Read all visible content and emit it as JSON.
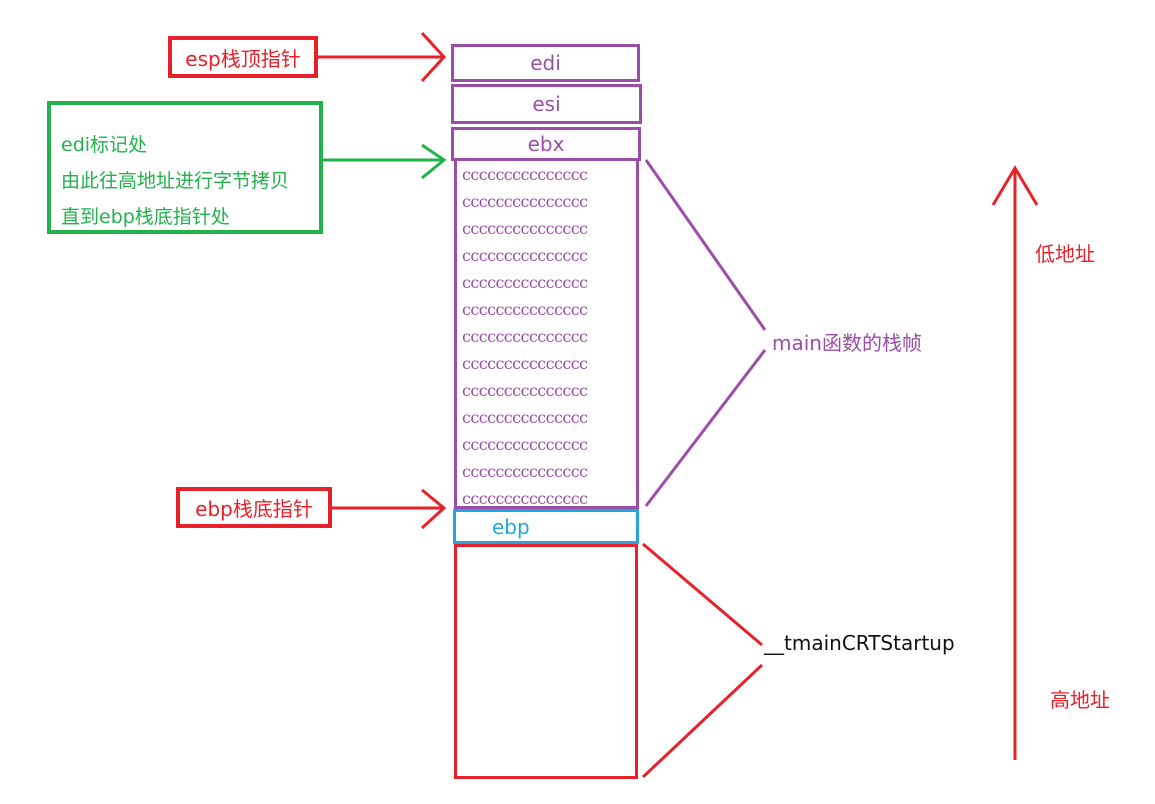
{
  "stack_cells": {
    "edi": "edi",
    "esi": "esi",
    "ebx": "ebx",
    "ebp": "ebp",
    "fill_rows": [
      "ccccccccccccccc",
      "ccccccccccccccc",
      "ccccccccccccccc",
      "ccccccccccccccc",
      "ccccccccccccccc",
      "ccccccccccccccc",
      "ccccccccccccccc",
      "ccccccccccccccc",
      "ccccccccccccccc",
      "ccccccccccccccc",
      "ccccccccccccccc",
      "ccccccccccccccc",
      "ccccccccccccccc"
    ]
  },
  "pointers": {
    "esp": "esp栈顶指针",
    "ebp": "ebp栈底指针"
  },
  "note": {
    "lines": [
      "edi标记处",
      "由此往高地址进行字节拷贝",
      "直到ebp栈底指针处"
    ]
  },
  "frames": {
    "main": "main函数的栈帧",
    "crt": "__tmainCRTStartup"
  },
  "address": {
    "low": "低地址",
    "high": "高地址"
  },
  "colors": {
    "red": "#e8202a",
    "purple": "#9b4ea8",
    "green": "#22b24c",
    "blue": "#22a6dc",
    "black": "#111111"
  }
}
